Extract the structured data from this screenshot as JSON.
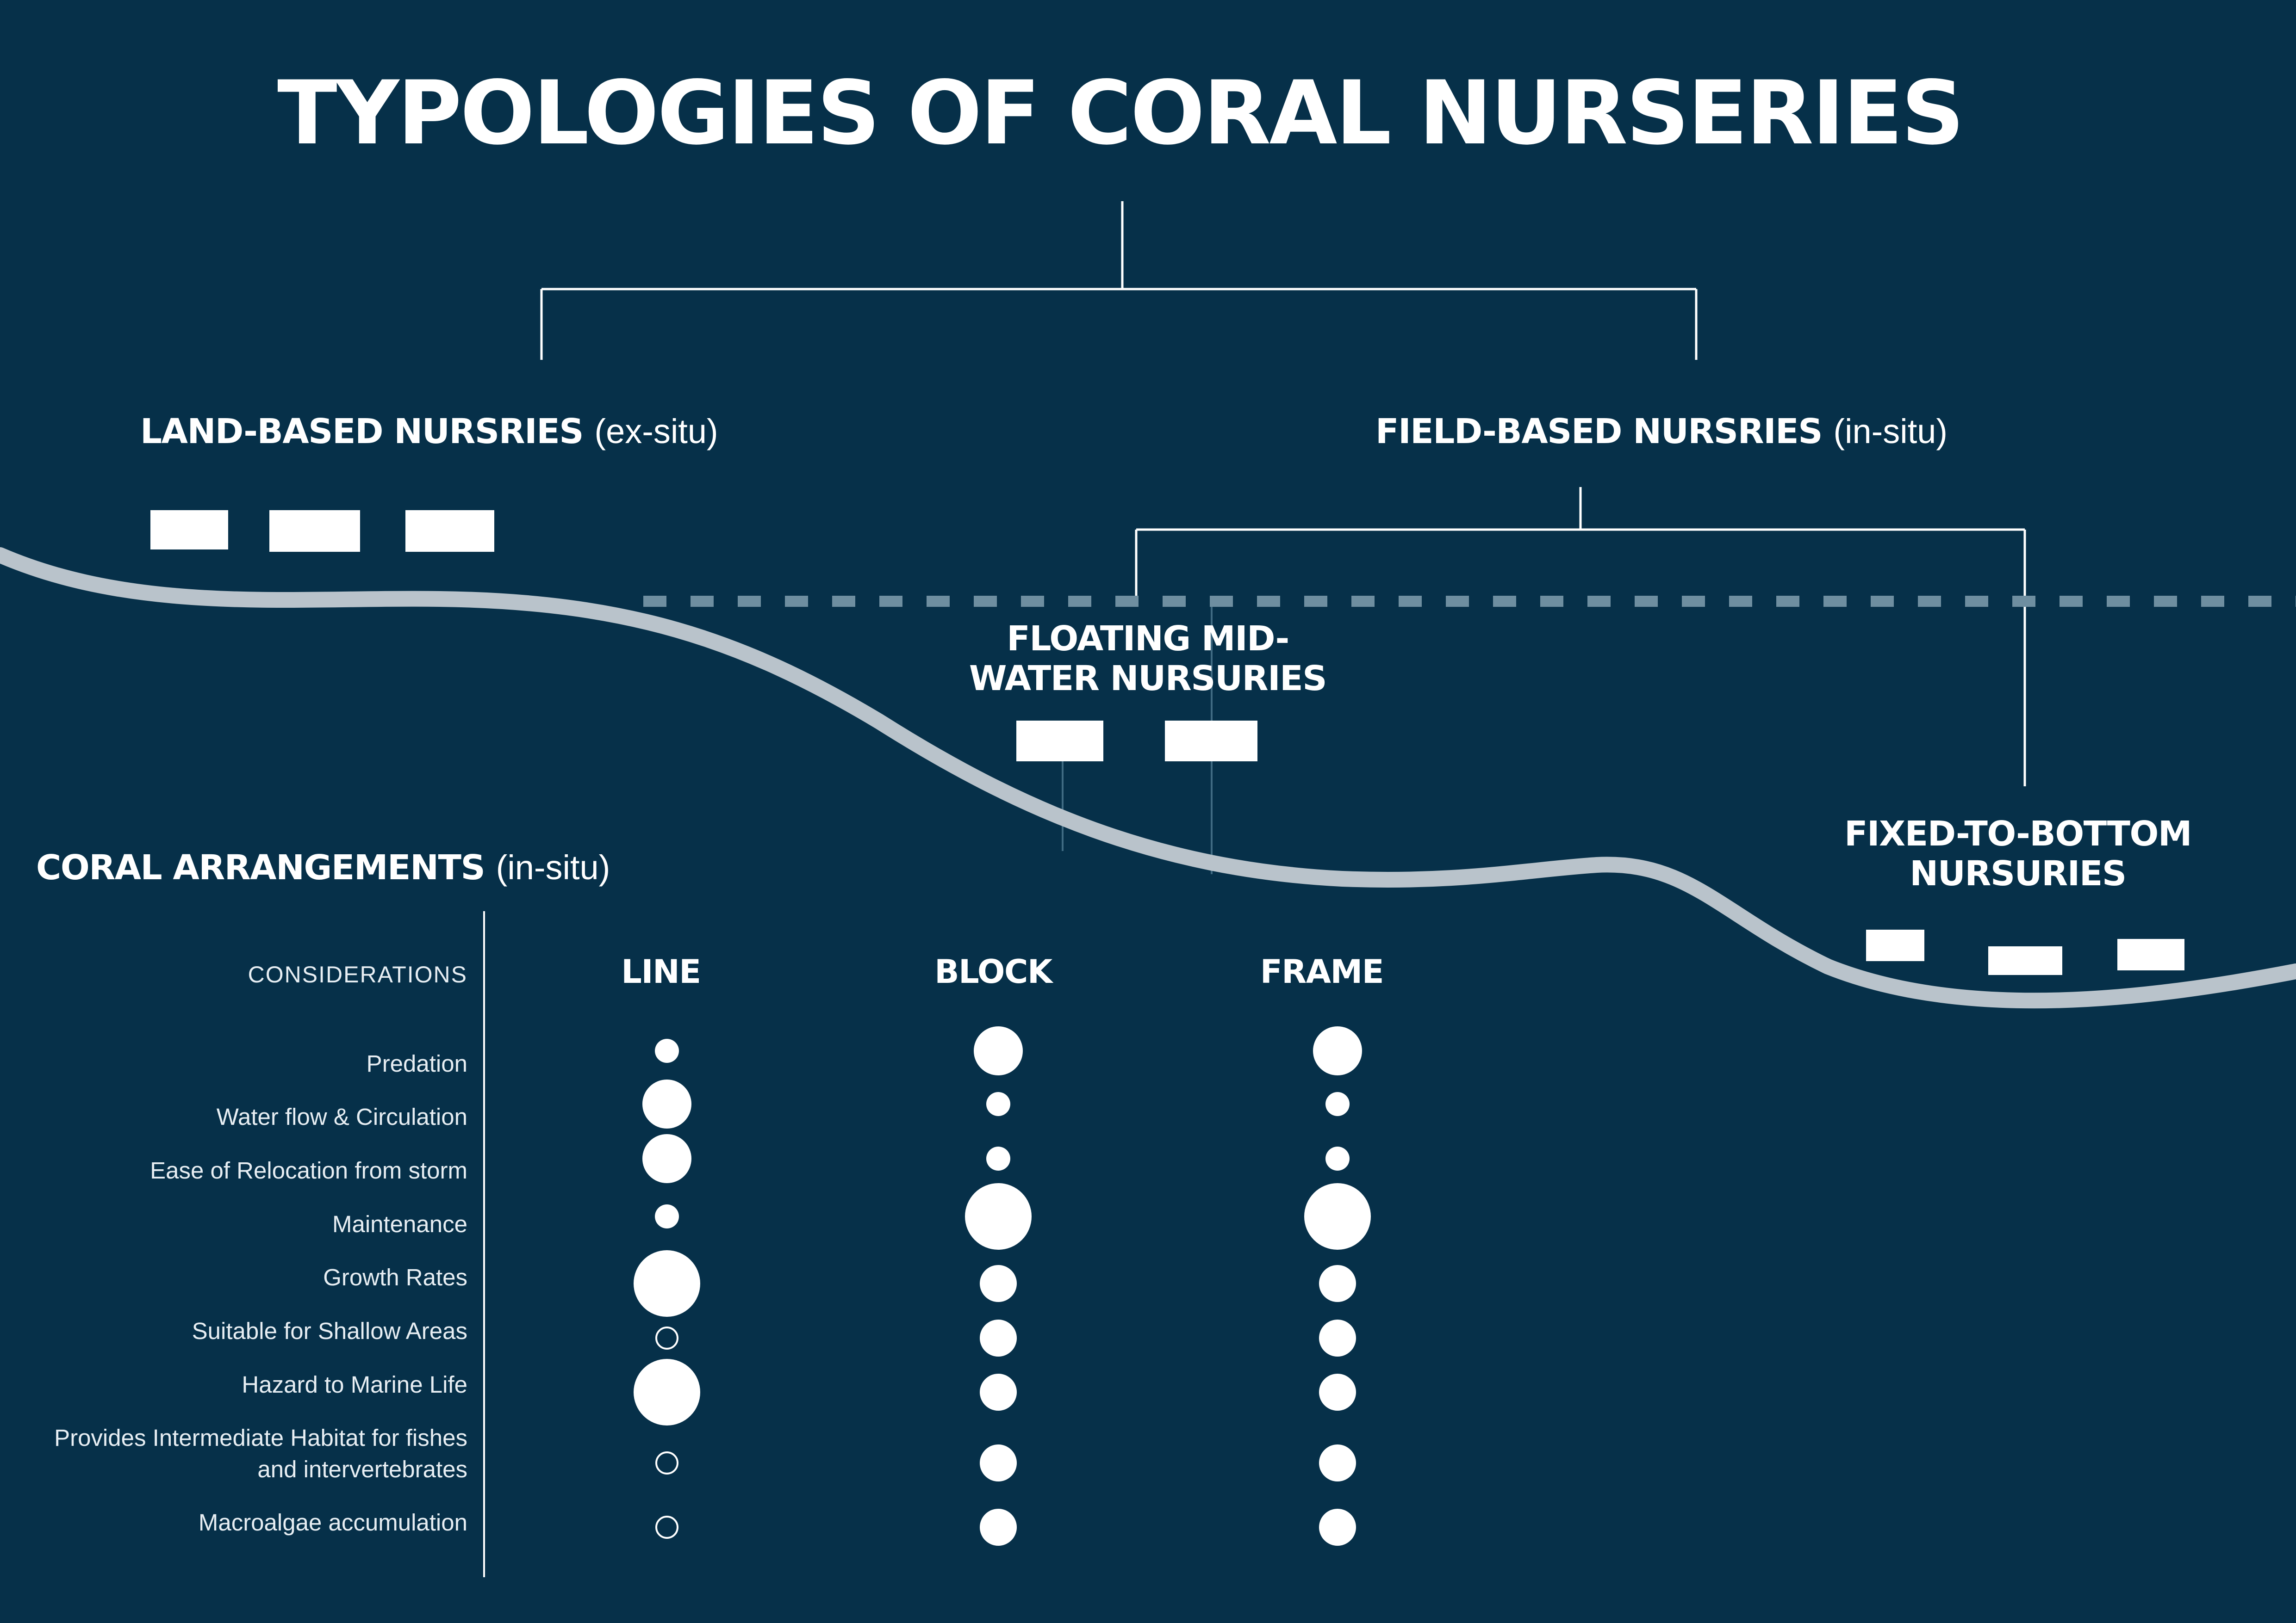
{
  "title": "TYPOLOGIES OF CORAL NURSERIES",
  "land_based": {
    "name": "LAND-BASED NURSRIES",
    "qualifier": "(ex-situ)"
  },
  "field_based": {
    "name": "FIELD-BASED NURSRIES",
    "qualifier": "(in-situ)"
  },
  "floating": {
    "name": "FLOATING MID-WATER NURSURIES"
  },
  "fixed": {
    "name": "FIXED-TO-BOTTOM NURSURIES"
  },
  "arrangements": {
    "name": "CORAL ARRANGEMENTS",
    "qualifier": "(in-situ)",
    "considerations_label": "CONSIDERATIONS",
    "columns": [
      "LINE",
      "BLOCK",
      "FRAME"
    ],
    "rows": [
      {
        "label": "Predation",
        "ratings": [
          1,
          3,
          3
        ]
      },
      {
        "label": "Water flow & Circulation",
        "ratings": [
          3,
          1,
          1
        ]
      },
      {
        "label": "Ease of Relocation from storm",
        "ratings": [
          3,
          1,
          1
        ]
      },
      {
        "label": "Maintenance",
        "ratings": [
          1,
          4,
          4
        ]
      },
      {
        "label": "Growth Rates",
        "ratings": [
          4,
          2,
          2
        ]
      },
      {
        "label": "Suitable for Shallow Areas",
        "ratings": [
          0,
          2,
          2
        ]
      },
      {
        "label": "Hazard to Marine Life",
        "ratings": [
          4,
          1.5,
          1.5
        ]
      },
      {
        "label": "Provides Intermediate Habitat for fishes\nand intervertebrates",
        "ratings": [
          0,
          1.5,
          1.5
        ]
      },
      {
        "label": "Macroalgae accumulation",
        "ratings": [
          0,
          1.5,
          1.5
        ]
      }
    ],
    "rating_scale": "0 = empty circle, 1-4 = filled circle size"
  },
  "colors": {
    "background": "#063049",
    "foreground": "#ffffff",
    "seabed": "#b9c3cb",
    "water_surface": "#6e8ea0",
    "guide_line": "#3f6a82"
  }
}
